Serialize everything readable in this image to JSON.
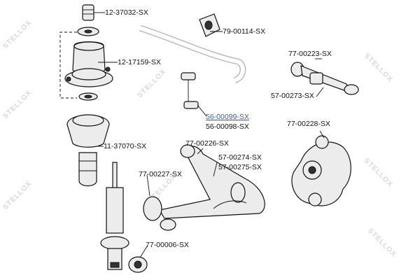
{
  "watermarks": [
    "STELLOX",
    "STELLOX",
    "STELLOX",
    "STELLOX",
    "STELLOX",
    "STELLOX",
    "STELLOX",
    "STELLOX"
  ],
  "labels": {
    "p12_37032": "12-37032-SX",
    "p12_17159": "12-17159-SX",
    "p11_37070": "11-37070-SX",
    "p79_00114": "79-00114-SX",
    "p77_00223": "77-00223-SX",
    "p57_00273": "57-00273-SX",
    "p56_00099": "56-00099-SX",
    "p56_00098": "56-00098-SX",
    "p77_00228": "77-00228-SX",
    "p77_00226": "77-00226-SX",
    "p57_00274": "57-00274-SX",
    "p57_00275": "57-00275-SX",
    "p77_00227": "77-00227-SX",
    "p77_00006": "77-00006-SX"
  },
  "highlight_color": "#2a5fd6"
}
